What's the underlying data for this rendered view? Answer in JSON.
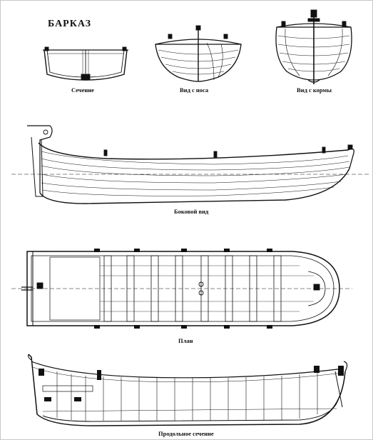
{
  "title": "БАРКАЗ",
  "captions": {
    "section": "Сечение",
    "bow_view": "Вид с носа",
    "stern_view": "Вид с кормы",
    "side_view": "Боковой вид",
    "plan": "План",
    "longitudinal_section": "Продольное сечение"
  }
}
